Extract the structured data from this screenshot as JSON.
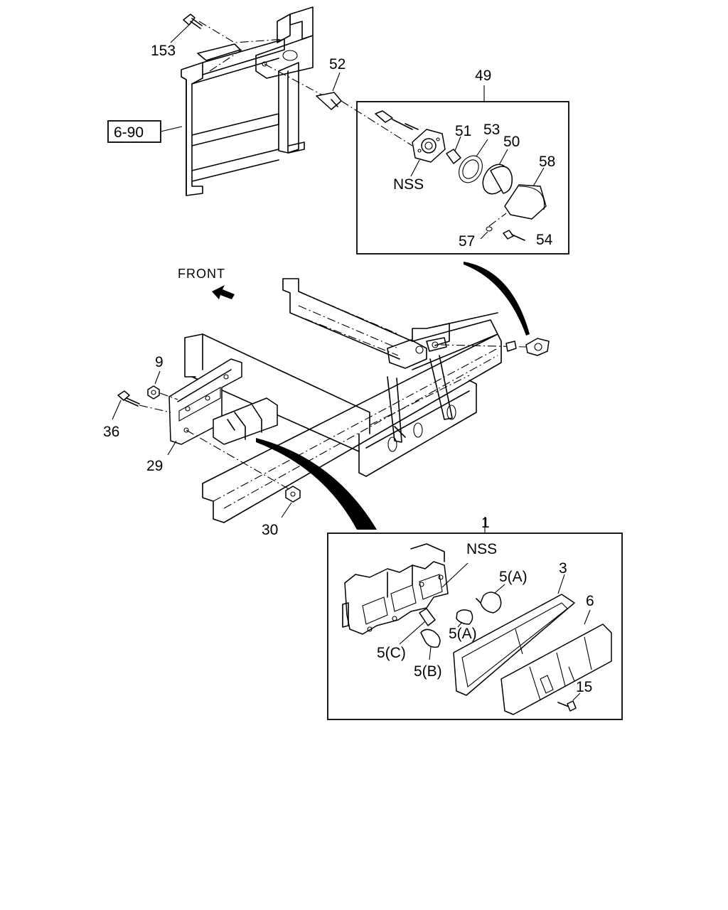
{
  "callouts": {
    "c153": "153",
    "c52": "52",
    "c49": "49",
    "c6_90": "6-90",
    "c51": "51",
    "c53": "53",
    "c50": "50",
    "c58": "58",
    "nss_top": "NSS",
    "c57": "57",
    "c54": "54",
    "front": "FRONT",
    "c9": "9",
    "c36": "36",
    "c29": "29",
    "c30": "30",
    "c1": "1",
    "nss_bottom": "NSS",
    "c5a_1": "5(A)",
    "c5a_2": "5(A)",
    "c5c": "5(C)",
    "c5b": "5(B)",
    "c3": "3",
    "c6": "6",
    "c15": "15"
  }
}
